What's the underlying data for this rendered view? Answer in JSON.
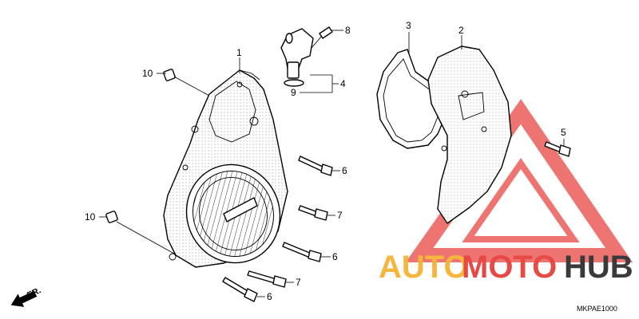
{
  "diagram": {
    "code": "MKPAE1000",
    "direction_label": "FR.",
    "callouts": {
      "c1": "1",
      "c2": "2",
      "c3": "3",
      "c4": "4",
      "c5": "5",
      "c6a": "6",
      "c6b": "6",
      "c6c": "6",
      "c7a": "7",
      "c7b": "7",
      "c8": "8",
      "c9": "9",
      "c10a": "10",
      "c10b": "10"
    }
  },
  "watermark": {
    "part1": "AUTO",
    "part2": "MOTO",
    "part3": "HUB",
    "colors": {
      "auto": "#f6b53c",
      "moto": "#e74a45",
      "hub": "#3a3a3a",
      "triangle": "#e74a45"
    }
  }
}
